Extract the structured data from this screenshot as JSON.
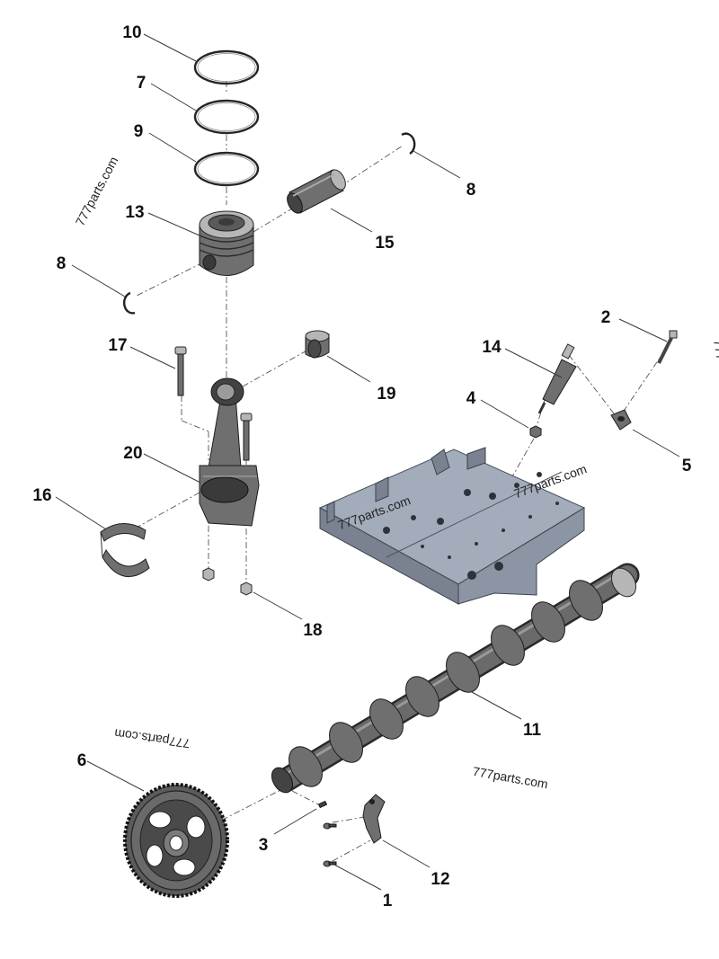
{
  "watermark": {
    "text": "777parts.com",
    "partial": "777"
  },
  "callouts": [
    {
      "id": "10",
      "label": "10"
    },
    {
      "id": "7",
      "label": "7"
    },
    {
      "id": "9",
      "label": "9"
    },
    {
      "id": "8a",
      "label": "8"
    },
    {
      "id": "8b",
      "label": "8"
    },
    {
      "id": "13",
      "label": "13"
    },
    {
      "id": "15",
      "label": "15"
    },
    {
      "id": "2",
      "label": "2"
    },
    {
      "id": "14",
      "label": "14"
    },
    {
      "id": "17",
      "label": "17"
    },
    {
      "id": "19",
      "label": "19"
    },
    {
      "id": "4",
      "label": "4"
    },
    {
      "id": "5",
      "label": "5"
    },
    {
      "id": "20",
      "label": "20"
    },
    {
      "id": "16",
      "label": "16"
    },
    {
      "id": "18",
      "label": "18"
    },
    {
      "id": "11",
      "label": "11"
    },
    {
      "id": "6",
      "label": "6"
    },
    {
      "id": "3",
      "label": "3"
    },
    {
      "id": "12",
      "label": "12"
    },
    {
      "id": "1",
      "label": "1"
    }
  ]
}
